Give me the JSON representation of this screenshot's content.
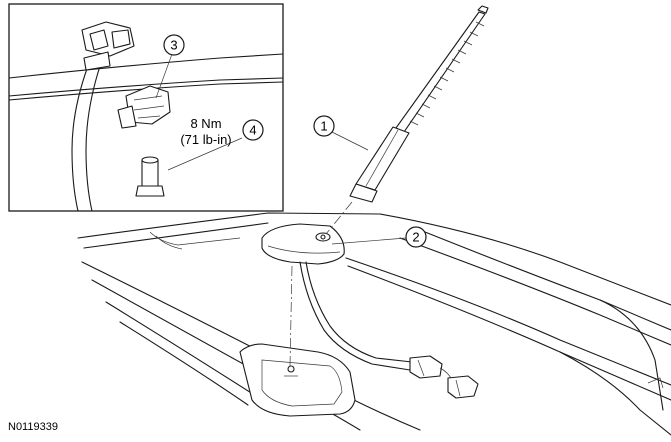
{
  "figure_id": "N0119339",
  "callouts": [
    "1",
    "2",
    "3",
    "4"
  ],
  "torque": {
    "line1": "8 Nm",
    "line2": "(71 lb-in)"
  }
}
